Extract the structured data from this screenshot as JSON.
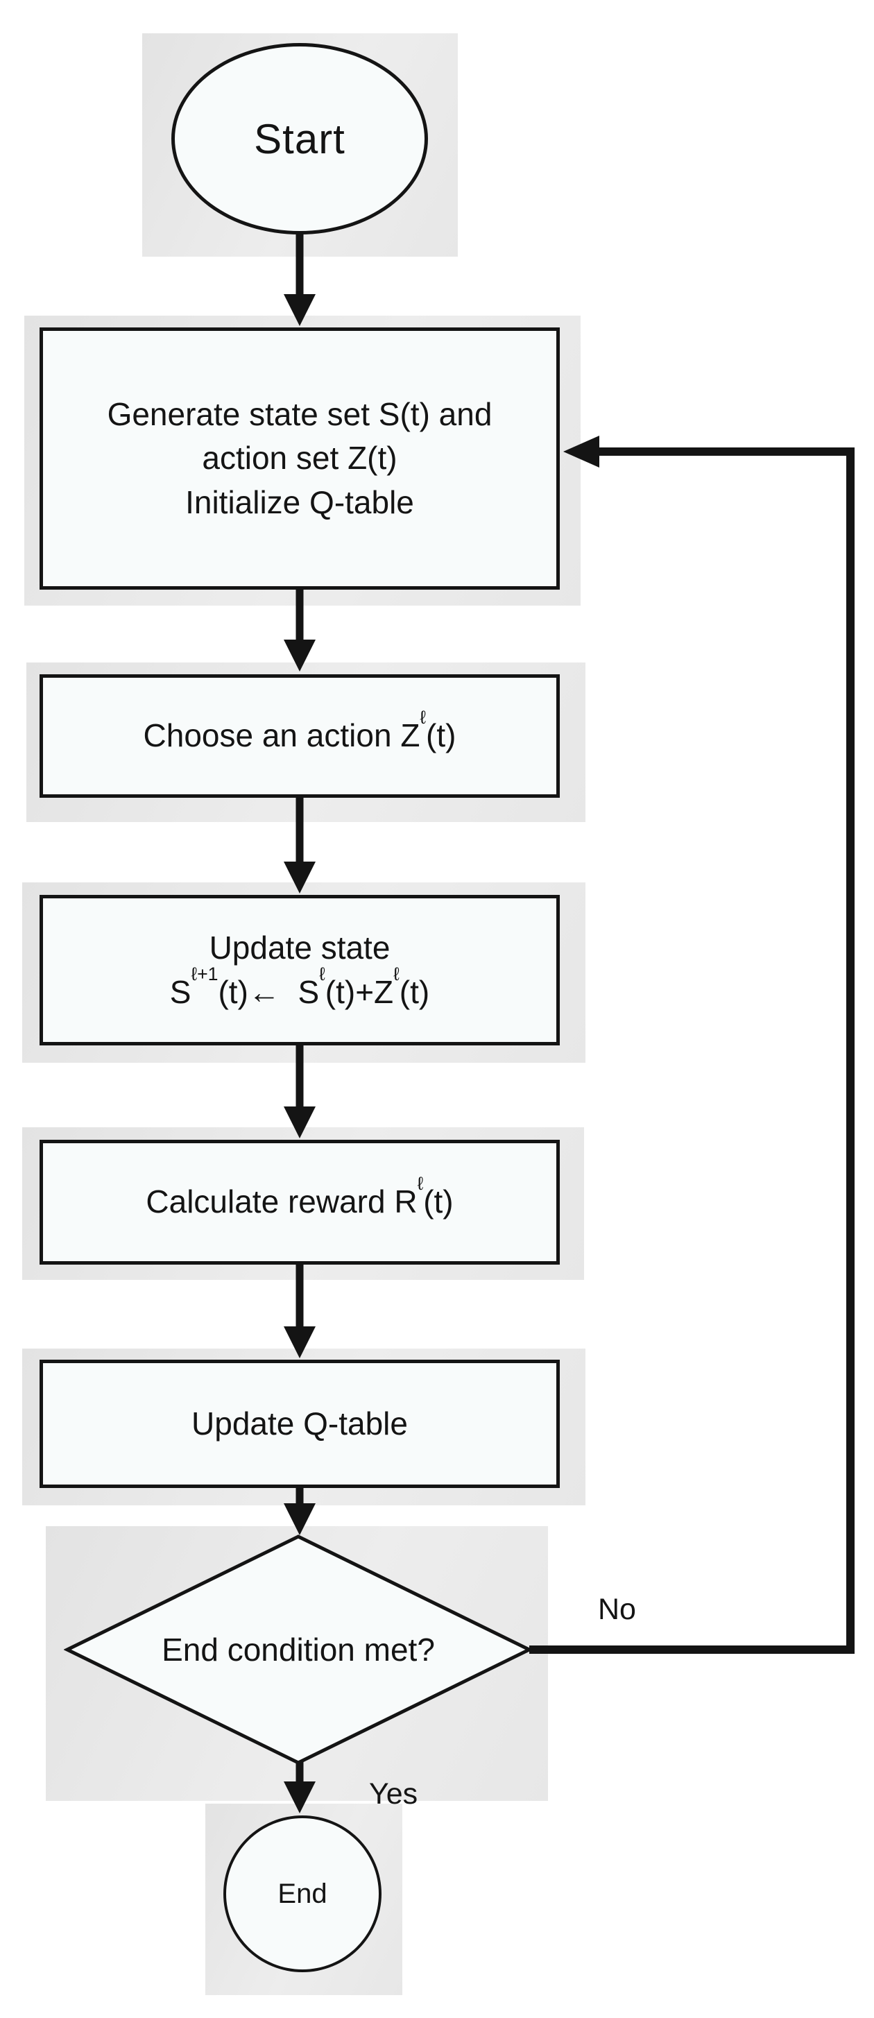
{
  "diagram": {
    "type": "flowchart",
    "nodes": {
      "start": {
        "label": "Start"
      },
      "generate": {
        "lines": [
          "Generate state set S(t) and",
          "action set Z(t)",
          "Initialize Q-table"
        ]
      },
      "choose": {
        "pre": "Choose an action Z",
        "sup": "ℓ",
        "post": "(t)"
      },
      "update_state": {
        "line1": "Update state",
        "s": "S",
        "sup1": "ℓ+1",
        "mid1": "(t)←  S",
        "sup2": "ℓ",
        "mid2": "(t)+Z",
        "sup3": "ℓ",
        "post": "(t)"
      },
      "reward": {
        "pre": "Calculate reward R",
        "sup": "ℓ",
        "post": "(t)"
      },
      "qtable": {
        "label": "Update Q-table"
      },
      "decision": {
        "label": "End condition met?"
      },
      "end": {
        "label": "End"
      }
    },
    "edge_labels": {
      "no": "No",
      "yes": "Yes"
    },
    "colors": {
      "line": "#141414",
      "text": "#141414",
      "shape_fill": "#f8fbfb",
      "shadow_gray": "#e9e9e9",
      "background": "#ffffff"
    }
  }
}
